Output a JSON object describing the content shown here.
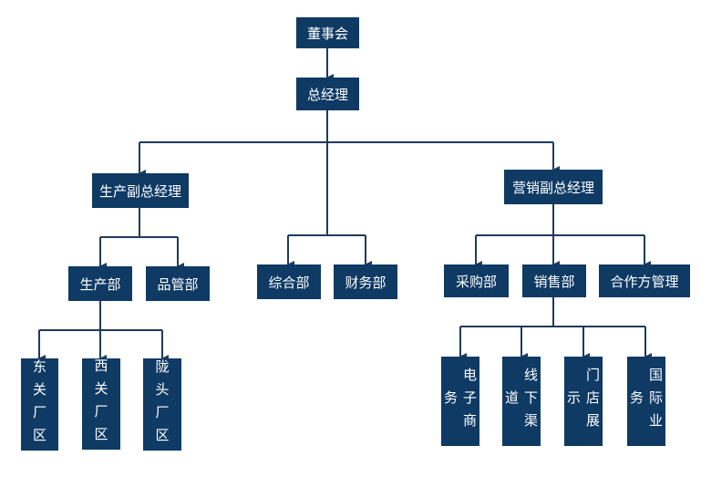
{
  "chart": {
    "board": "董事会",
    "gm": "总经理",
    "prod_vp": "生产副总经理",
    "sales_vp": "营销副总经理",
    "production": "生产部",
    "quality": "品管部",
    "general": "综合部",
    "finance": "财务部",
    "purchasing": "采购部",
    "sales": "销售部",
    "partners": "合作方管理",
    "factory_east": "东关厂区",
    "factory_west": "西关厂区",
    "factory_long": "陇头厂区",
    "ecommerce": "电子商务",
    "offline": "线下渠道",
    "store": "门店展示",
    "intl": "国际业务"
  },
  "colors": {
    "box_fill": "#0e3a64",
    "line": "#1f3a5c",
    "text": "#ffffff"
  }
}
